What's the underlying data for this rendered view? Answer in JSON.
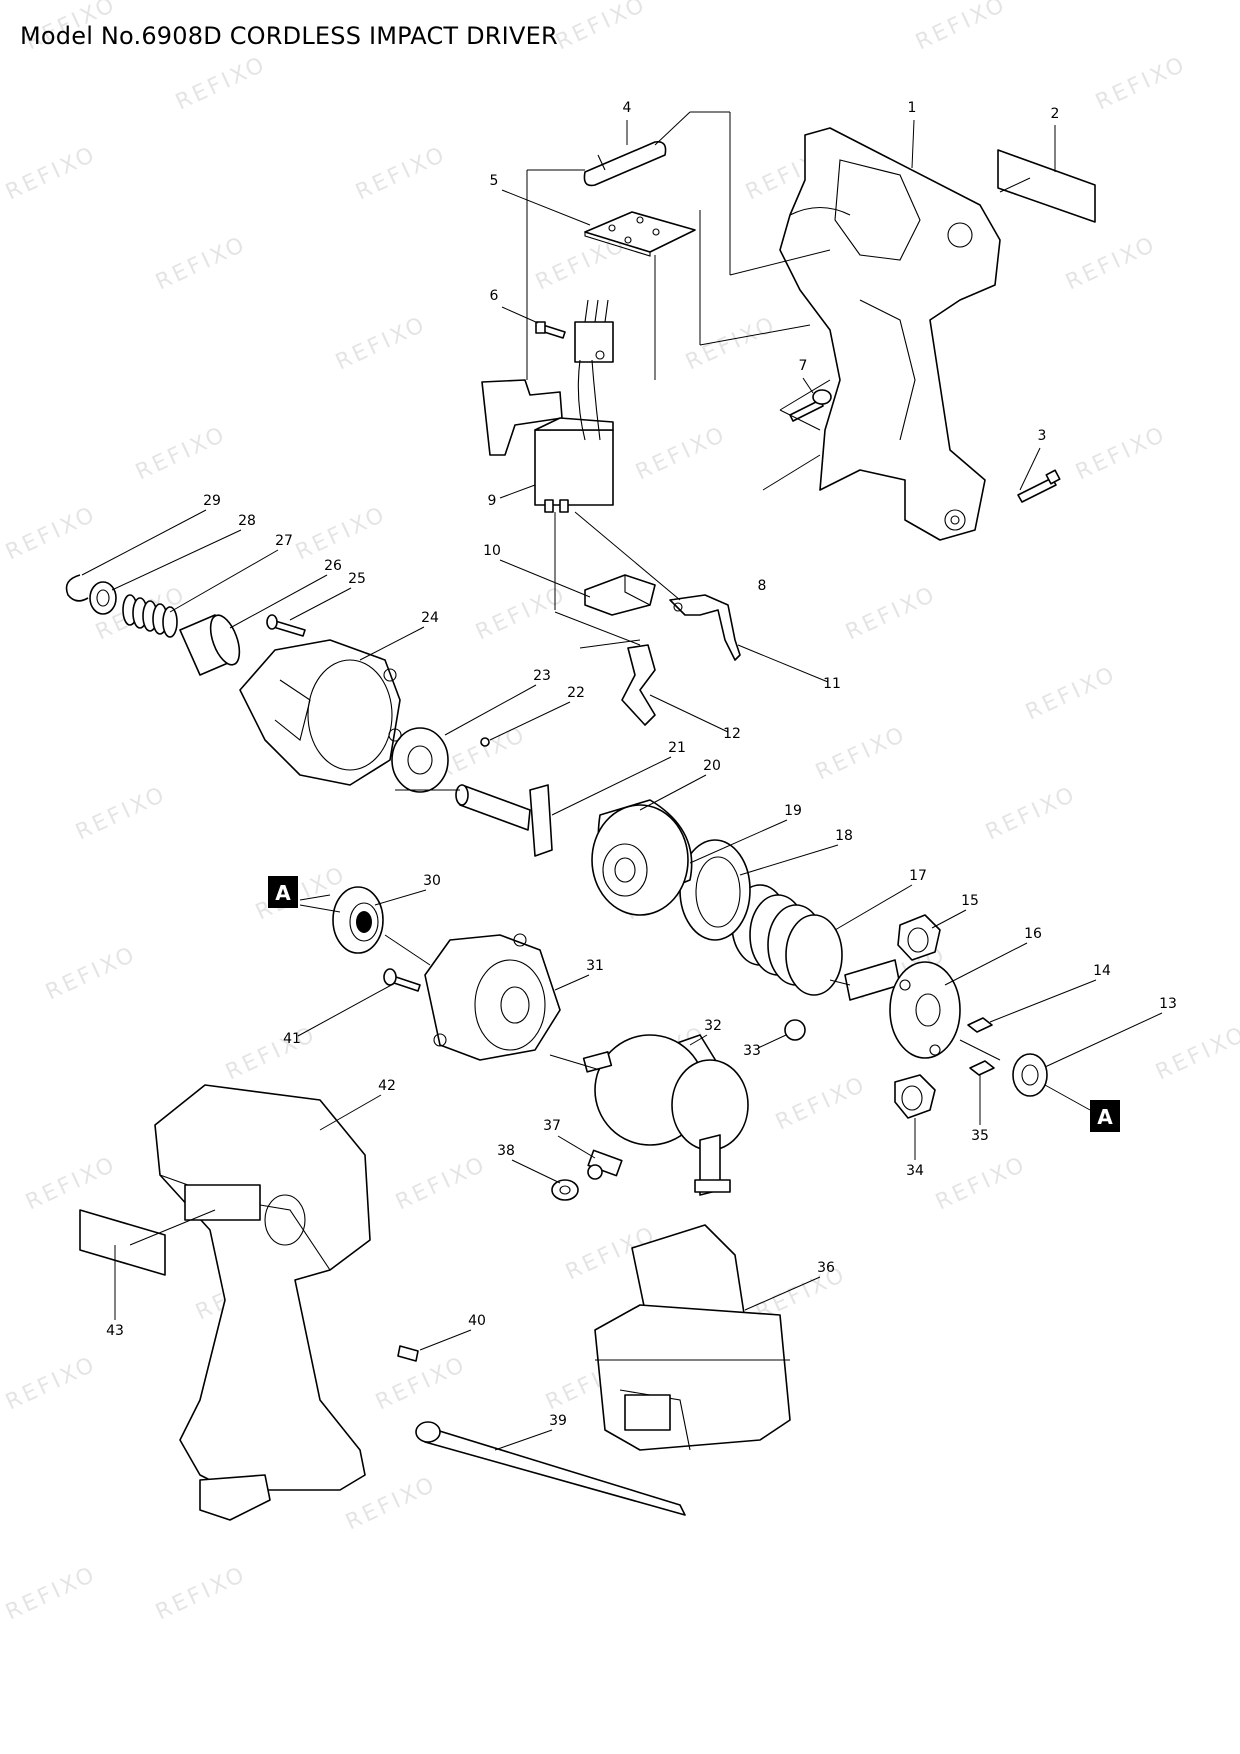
{
  "title": "Model No.6908D CORDLESS IMPACT DRIVER",
  "watermark": "REFIXO",
  "section_marker": "A",
  "parts": [
    {
      "num": "1",
      "label": "1"
    },
    {
      "num": "2",
      "label": "2"
    },
    {
      "num": "3",
      "label": "3"
    },
    {
      "num": "4",
      "label": "4"
    },
    {
      "num": "5",
      "label": "5"
    },
    {
      "num": "6",
      "label": "6"
    },
    {
      "num": "7",
      "label": "7"
    },
    {
      "num": "8",
      "label": "8"
    },
    {
      "num": "9",
      "label": "9"
    },
    {
      "num": "10",
      "label": "10"
    },
    {
      "num": "11",
      "label": "11"
    },
    {
      "num": "12",
      "label": "12"
    },
    {
      "num": "13",
      "label": "13"
    },
    {
      "num": "14",
      "label": "14"
    },
    {
      "num": "15",
      "label": "15"
    },
    {
      "num": "16",
      "label": "16"
    },
    {
      "num": "17",
      "label": "17"
    },
    {
      "num": "18",
      "label": "18"
    },
    {
      "num": "19",
      "label": "19"
    },
    {
      "num": "20",
      "label": "20"
    },
    {
      "num": "21",
      "label": "21"
    },
    {
      "num": "22",
      "label": "22"
    },
    {
      "num": "23",
      "label": "23"
    },
    {
      "num": "24",
      "label": "24"
    },
    {
      "num": "25",
      "label": "25"
    },
    {
      "num": "26",
      "label": "26"
    },
    {
      "num": "27",
      "label": "27"
    },
    {
      "num": "28",
      "label": "28"
    },
    {
      "num": "29",
      "label": "29"
    },
    {
      "num": "30",
      "label": "30"
    },
    {
      "num": "31",
      "label": "31"
    },
    {
      "num": "32",
      "label": "32"
    },
    {
      "num": "33",
      "label": "33"
    },
    {
      "num": "34",
      "label": "34"
    },
    {
      "num": "35",
      "label": "35"
    },
    {
      "num": "36",
      "label": "36"
    },
    {
      "num": "37",
      "label": "37"
    },
    {
      "num": "38",
      "label": "38"
    },
    {
      "num": "39",
      "label": "39"
    },
    {
      "num": "40",
      "label": "40"
    },
    {
      "num": "41",
      "label": "41"
    },
    {
      "num": "42",
      "label": "42"
    },
    {
      "num": "43",
      "label": "43"
    }
  ]
}
